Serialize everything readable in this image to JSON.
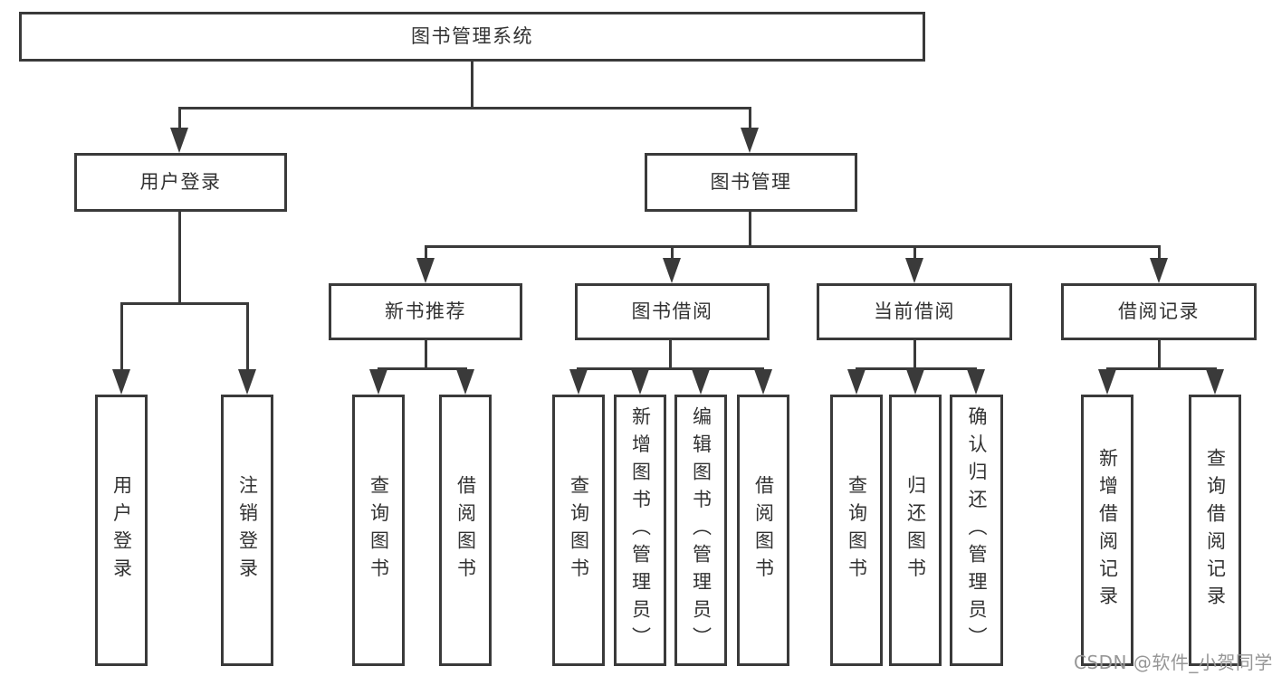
{
  "colors": {
    "line": "#3a3a3a",
    "text": "#323232",
    "box_fill": "#ffffff",
    "watermark": "#979797",
    "background": "#ffffff"
  },
  "diagram": {
    "root": {
      "label": "图书管理系统"
    },
    "branches": [
      {
        "label": "用户登录",
        "children": [
          {
            "label": "用户登录"
          },
          {
            "label": "注销登录"
          }
        ]
      },
      {
        "label": "图书管理",
        "children": [
          {
            "label": "新书推荐",
            "children": [
              {
                "label": "查询图书"
              },
              {
                "label": "借阅图书"
              }
            ]
          },
          {
            "label": "图书借阅",
            "children": [
              {
                "label": "查询图书"
              },
              {
                "label": "新增图书（管理员）"
              },
              {
                "label": "编辑图书（管理员）"
              },
              {
                "label": "借阅图书"
              }
            ]
          },
          {
            "label": "当前借阅",
            "children": [
              {
                "label": "查询图书"
              },
              {
                "label": "归还图书"
              },
              {
                "label": "确认归还（管理员）"
              }
            ]
          },
          {
            "label": "借阅记录",
            "children": [
              {
                "label": "新增借阅记录"
              },
              {
                "label": "查询借阅记录"
              }
            ]
          }
        ]
      }
    ]
  },
  "watermark": {
    "text": "CSDN @软件_小贺同学"
  }
}
